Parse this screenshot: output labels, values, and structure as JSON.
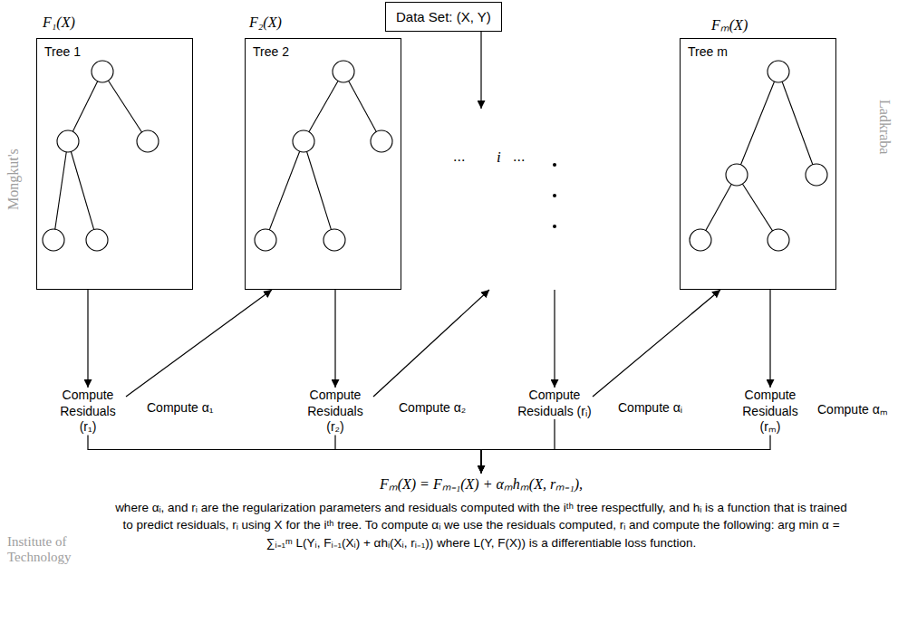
{
  "diagram": {
    "nodes": [
      {
        "text": [
          "Data Set: (X, Y)"
        ]
      },
      {
        "text": [
          "F₁(X)",
          "Tree 1"
        ]
      },
      {
        "text": [
          "F₂(X)",
          "Tree 2"
        ]
      },
      {
        "text": [
          "i"
        ]
      },
      {
        "text": [
          "Fₘ(X)",
          "Tree m"
        ]
      },
      {
        "text": [
          "Compute Residuals (r₁)"
        ]
      },
      {
        "text": [
          "Compute Residuals (r₂)"
        ]
      },
      {
        "text": [
          "Compute Residuals (rᵢ)"
        ]
      },
      {
        "text": [
          "Compute Residuals (rₘ)"
        ]
      },
      {
        "text": [
          "Fₘ(X) = Fₘ₋₁(X) + αₘhₘ(X, rₘ₋₁),",
          "where αᵢ, and rᵢ are the regularization parameters and residuals computed with the iᵗʰ tree respectfully, and hᵢ is a function that is trained to predict residuals, rᵢ using X for the iᵗʰ tree. To compute αᵢ we use the residuals computed, rᵢ and compute the following: arg min α = ∑ᵢ₌₁ᵐ L(Yᵢ, Fᵢ₋₁(Xᵢ) + αhᵢ(Xᵢ, rᵢ₋₁)) where L(Y, F(X)) is a differentiable loss function."
        ]
      }
    ],
    "edges": [
      {
        "from": 0,
        "to": 3,
        "arrow": "to"
      },
      {
        "from": 1,
        "to": 5,
        "arrow": "to"
      },
      {
        "from": 2,
        "to": 6,
        "arrow": "to"
      },
      {
        "from": 3,
        "to": 7,
        "arrow": "to"
      },
      {
        "from": 4,
        "to": 8,
        "arrow": "to"
      },
      {
        "from": 5,
        "to": 2,
        "label": "Compute α₁",
        "arrow": "to"
      },
      {
        "from": 6,
        "to": 3,
        "label": "Compute α₂",
        "arrow": "to"
      },
      {
        "from": 7,
        "to": 4,
        "label": "Compute αᵢ",
        "arrow": "to"
      },
      {
        "from": 5,
        "to": 9,
        "arrow": "to"
      },
      {
        "from": 6,
        "to": 9,
        "arrow": "to"
      },
      {
        "from": 7,
        "to": 9,
        "arrow": "to"
      },
      {
        "from": 8,
        "to": 9,
        "arrow": "to"
      }
    ],
    "labels": [
      "...",
      "...",
      "Compute αₘ",
      "Mongkut's",
      "Institute of Technology",
      "Ladkraba"
    ]
  }
}
